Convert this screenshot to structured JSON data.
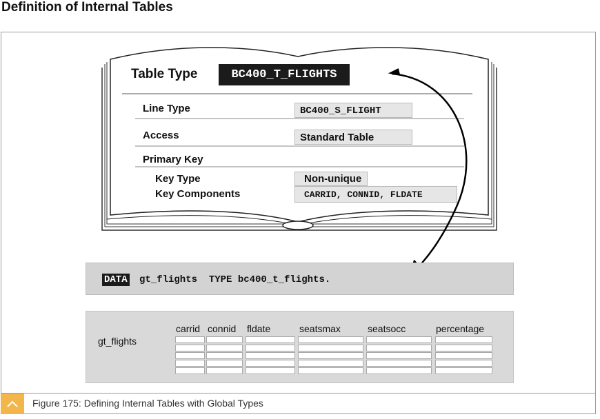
{
  "page": {
    "heading": "Definition of Internal Tables"
  },
  "book": {
    "table_type_label": "Table Type",
    "table_type_name": "BC400_T_FLIGHTS",
    "line_type_label": "Line Type",
    "line_type_value": "BC400_S_FLIGHT",
    "access_label": "Access",
    "access_value": "Standard Table",
    "primary_key_label": "Primary Key",
    "key_type_label": "Key Type",
    "key_type_value": "Non-unique",
    "key_components_label": "Key Components",
    "key_components_value": "CARRID, CONNID, FLDATE"
  },
  "code": {
    "keyword": "DATA",
    "statement": "gt_flights  TYPE bc400_t_flights."
  },
  "itab": {
    "name": "gt_flights",
    "columns": [
      "carrid",
      "connid",
      "fldate",
      "seatsmax",
      "seatsocc",
      "percentage"
    ]
  },
  "caption": {
    "text": "Figure 175: Defining Internal Tables with Global Types"
  }
}
